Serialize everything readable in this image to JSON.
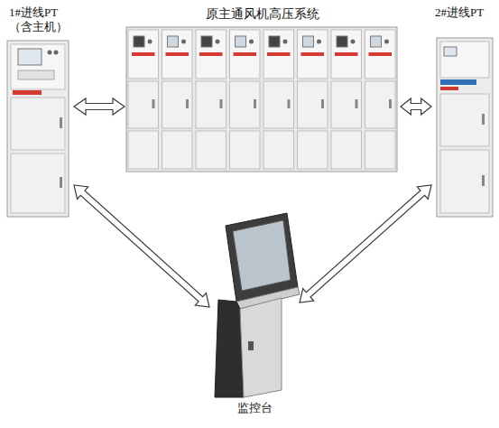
{
  "diagram": {
    "nodes": [
      {
        "text": [
          "1#进线PT （含主机）"
        ]
      },
      {
        "text": [
          "原主通风机高压系统"
        ]
      },
      {
        "text": [
          "2#进线PT"
        ]
      },
      {
        "text": [
          "监控台"
        ]
      }
    ],
    "edges": [
      {
        "from": 0,
        "to": 1,
        "arrow": "both"
      },
      {
        "from": 1,
        "to": 2,
        "arrow": "both"
      },
      {
        "from": 0,
        "to": 3,
        "arrow": "both"
      },
      {
        "from": 2,
        "to": 3,
        "arrow": "both"
      }
    ]
  }
}
